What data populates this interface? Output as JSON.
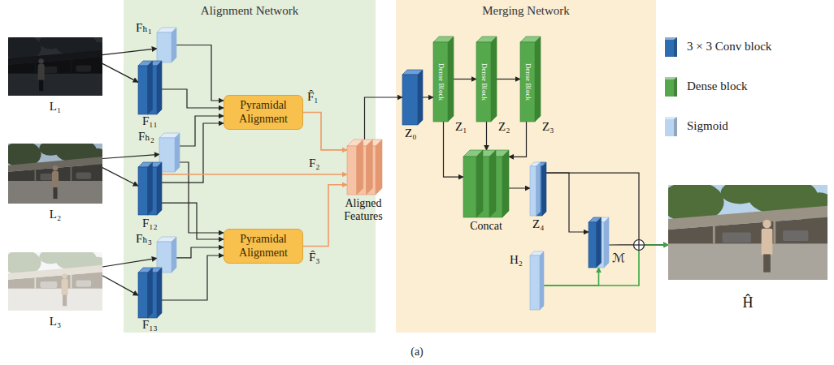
{
  "diagram": {
    "caption": "(a)",
    "nodes": [
      {
        "text": [
          "Alignment Network"
        ]
      },
      {
        "text": [
          "Merging Network"
        ]
      },
      {
        "text": [
          "L₁"
        ]
      },
      {
        "text": [
          "L₂"
        ]
      },
      {
        "text": [
          "L₃"
        ]
      },
      {
        "text": [
          "Fₕ₁"
        ],
        "in": 0
      },
      {
        "text": [
          "F₁₁"
        ],
        "in": 0
      },
      {
        "text": [
          "Fₕ₂"
        ],
        "in": 0
      },
      {
        "text": [
          "F₁₂"
        ],
        "in": 0
      },
      {
        "text": [
          "Fₕ₃"
        ],
        "in": 0
      },
      {
        "text": [
          "F₁₃"
        ],
        "in": 0
      },
      {
        "text": [
          "Pyramidal Alignment"
        ],
        "in": 0
      },
      {
        "text": [
          "Pyramidal Alignment"
        ],
        "in": 0
      },
      {
        "text": [
          "Aligned Features"
        ]
      },
      {
        "text": [
          "Z₀"
        ],
        "in": 1
      },
      {
        "text": [
          "Dense Block",
          "Z₁"
        ],
        "in": 1
      },
      {
        "text": [
          "Dense Block",
          "Z₂"
        ],
        "in": 1
      },
      {
        "text": [
          "Dense Block",
          "Z₃"
        ],
        "in": 1
      },
      {
        "text": [
          "Concat"
        ],
        "in": 1
      },
      {
        "text": [
          "Z₄"
        ],
        "in": 1
      },
      {
        "text": [
          "ℳ"
        ],
        "in": 1
      },
      {
        "text": [
          "H₂"
        ],
        "in": 1
      },
      {
        "text": [
          "Ĥ"
        ]
      }
    ],
    "edges": [
      {
        "from": 2,
        "to": 5,
        "arrow": "to"
      },
      {
        "from": 2,
        "to": 6,
        "arrow": "to"
      },
      {
        "from": 3,
        "to": 7,
        "arrow": "to"
      },
      {
        "from": 3,
        "to": 8,
        "arrow": "to"
      },
      {
        "from": 4,
        "to": 9,
        "arrow": "to"
      },
      {
        "from": 4,
        "to": 10,
        "arrow": "to"
      },
      {
        "from": 5,
        "to": 11,
        "arrow": "to"
      },
      {
        "from": 6,
        "to": 11,
        "arrow": "to"
      },
      {
        "from": 7,
        "to": 11,
        "arrow": "to"
      },
      {
        "from": 8,
        "to": 11,
        "arrow": "to"
      },
      {
        "from": 7,
        "to": 12,
        "arrow": "to"
      },
      {
        "from": 8,
        "to": 12,
        "arrow": "to"
      },
      {
        "from": 9,
        "to": 12,
        "arrow": "to"
      },
      {
        "from": 10,
        "to": 12,
        "arrow": "to"
      },
      {
        "from": 11,
        "to": 13,
        "label": "F̂₁",
        "arrow": "to"
      },
      {
        "from": 8,
        "to": 13,
        "label": "F₂",
        "arrow": "to"
      },
      {
        "from": 12,
        "to": 13,
        "label": "F̂₃",
        "arrow": "to"
      },
      {
        "from": 13,
        "to": 14,
        "arrow": "to"
      },
      {
        "from": 14,
        "to": 15,
        "arrow": "to"
      },
      {
        "from": 15,
        "to": 16,
        "arrow": "to"
      },
      {
        "from": 16,
        "to": 17,
        "arrow": "to"
      },
      {
        "from": 15,
        "to": 18,
        "arrow": "to"
      },
      {
        "from": 16,
        "to": 18,
        "arrow": "to"
      },
      {
        "from": 17,
        "to": 18,
        "arrow": "to"
      },
      {
        "from": 18,
        "to": 19,
        "arrow": "to"
      },
      {
        "from": 19,
        "to": 20,
        "arrow": "to"
      },
      {
        "from": 21,
        "to": 20,
        "arrow": "to"
      },
      {
        "from": 19,
        "to": 22,
        "arrow": "to"
      },
      {
        "from": 20,
        "to": 22,
        "arrow": "to"
      },
      {
        "from": 21,
        "to": 22,
        "arrow": "to"
      }
    ],
    "legend": [
      {
        "text": "3 × 3 Conv block",
        "color": "#2f6db3"
      },
      {
        "text": "Dense block",
        "color": "#56a84c"
      },
      {
        "text": "Sigmoid",
        "color": "#bad5f2"
      }
    ]
  }
}
